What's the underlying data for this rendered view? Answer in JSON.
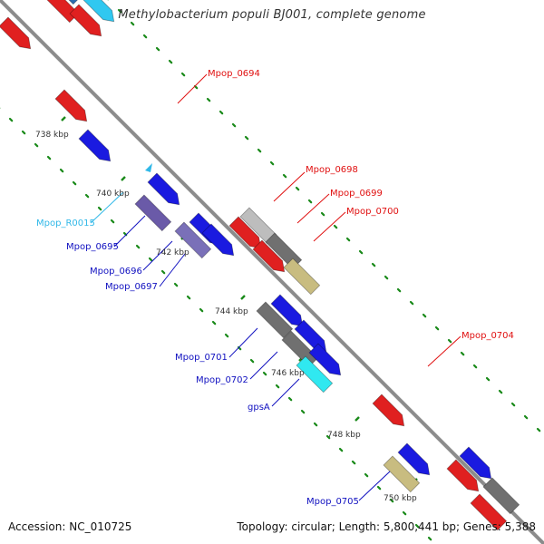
{
  "title": "Methylobacterium populi BJ001, complete genome",
  "footer": {
    "accession": "Accession: NC_010725",
    "topology": "Topology: circular; Length: 5,800,441 bp; Genes: 5,388"
  },
  "colors": {
    "backbone": "#8c8c8c",
    "tick": "#1a8a1a",
    "red_label": "#e01010",
    "blue_label": "#1010c0",
    "cyan_label": "#30b8e8"
  },
  "kbp_ticks": [
    "738 kbp",
    "740 kbp",
    "742 kbp",
    "744 kbp",
    "746 kbp",
    "748 kbp",
    "750 kbp"
  ],
  "labels": {
    "Mpop_0694": "Mpop_0694",
    "Mpop_0698": "Mpop_0698",
    "Mpop_0699": "Mpop_0699",
    "Mpop_0700": "Mpop_0700",
    "Mpop_0704": "Mpop_0704",
    "Mpop_R0015": "Mpop_R0015",
    "Mpop_0695": "Mpop_0695",
    "Mpop_0696": "Mpop_0696",
    "Mpop_0697": "Mpop_0697",
    "Mpop_0701": "Mpop_0701",
    "Mpop_0702": "Mpop_0702",
    "gpsA": "gpsA",
    "Mpop_0705": "Mpop_0705"
  }
}
